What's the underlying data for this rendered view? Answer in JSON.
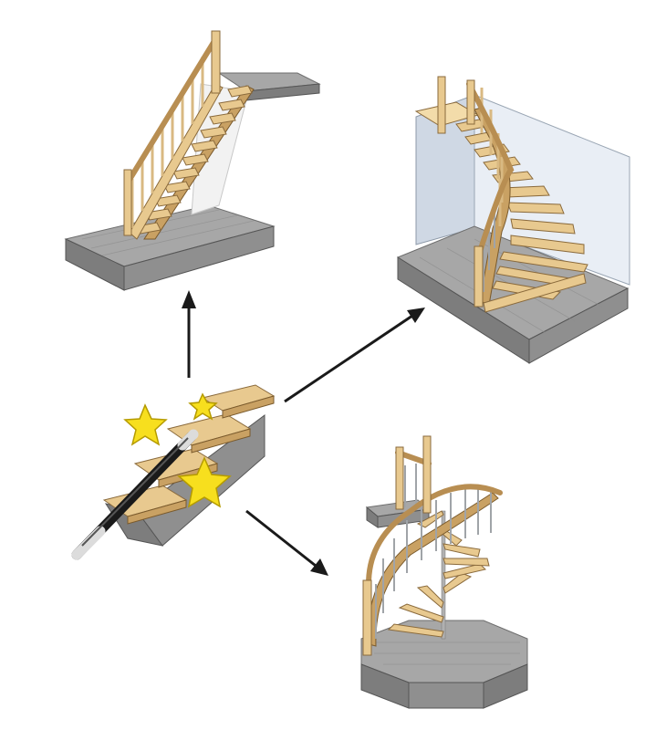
{
  "diagram": {
    "nodes": [
      {
        "id": "wizard",
        "icon": "stair-wizard-icon"
      },
      {
        "id": "straight-staircase",
        "icon": "straight-staircase-icon"
      },
      {
        "id": "quarter-turn-staircase",
        "icon": "quarter-turn-staircase-icon"
      },
      {
        "id": "spiral-staircase",
        "icon": "spiral-staircase-icon"
      }
    ],
    "edges": [
      {
        "from": "wizard",
        "to": "straight-staircase"
      },
      {
        "from": "wizard",
        "to": "quarter-turn-staircase"
      },
      {
        "from": "wizard",
        "to": "spiral-staircase"
      }
    ],
    "colors": {
      "wood": "#e8c98f",
      "stone": "#a7a7a7",
      "wall": "#e9eef5",
      "arrow": "#1a1a1a",
      "star": "#f7df1e"
    }
  }
}
